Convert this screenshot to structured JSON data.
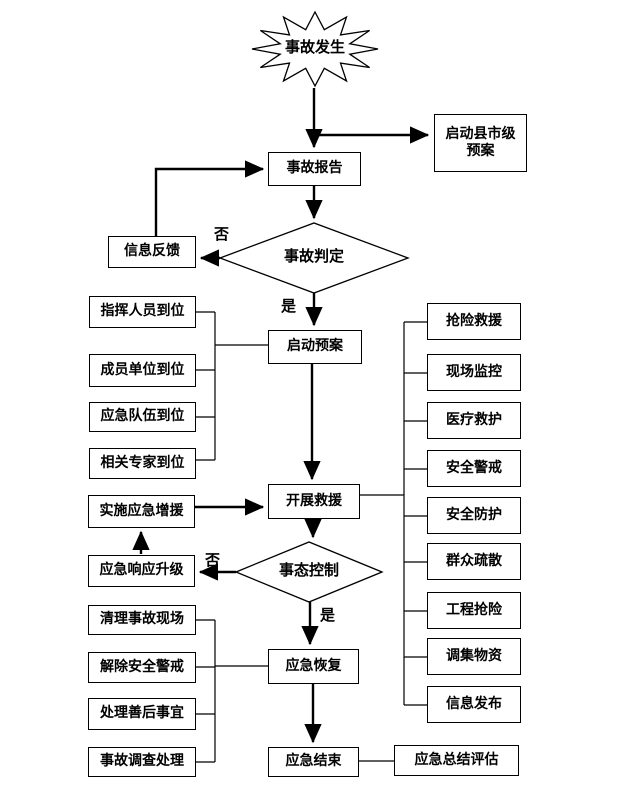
{
  "colors": {
    "line": "#000000",
    "background": "#ffffff",
    "text": "#000000"
  },
  "flowchart": {
    "start_label": "事故发生",
    "nodes": {
      "report": "事故报告",
      "county_plan": "启动县市级\n预案",
      "feedback": "信息反馈",
      "judge": "事故判定",
      "activate_plan": "启动预案",
      "rescue": "开展救援",
      "reinforce": "实施应急增援",
      "upgrade": "应急响应升级",
      "control": "事态控制",
      "recovery": "应急恢复",
      "end": "应急结束",
      "evaluation": "应急总结评估"
    },
    "branch_labels": {
      "judge_no": "否",
      "judge_yes": "是",
      "control_no": "否",
      "control_yes": "是"
    },
    "left_top_group": [
      "指挥人员到位",
      "成员单位到位",
      "应急队伍到位",
      "相关专家到位"
    ],
    "right_group": [
      "抢险救援",
      "现场监控",
      "医疗救护",
      "安全警戒",
      "安全防护",
      "群众疏散",
      "工程抢险",
      "调集物资",
      "信息发布"
    ],
    "left_bottom_group": [
      "清理事故现场",
      "解除安全警戒",
      "处理善后事宜",
      "事故调查处理"
    ]
  }
}
